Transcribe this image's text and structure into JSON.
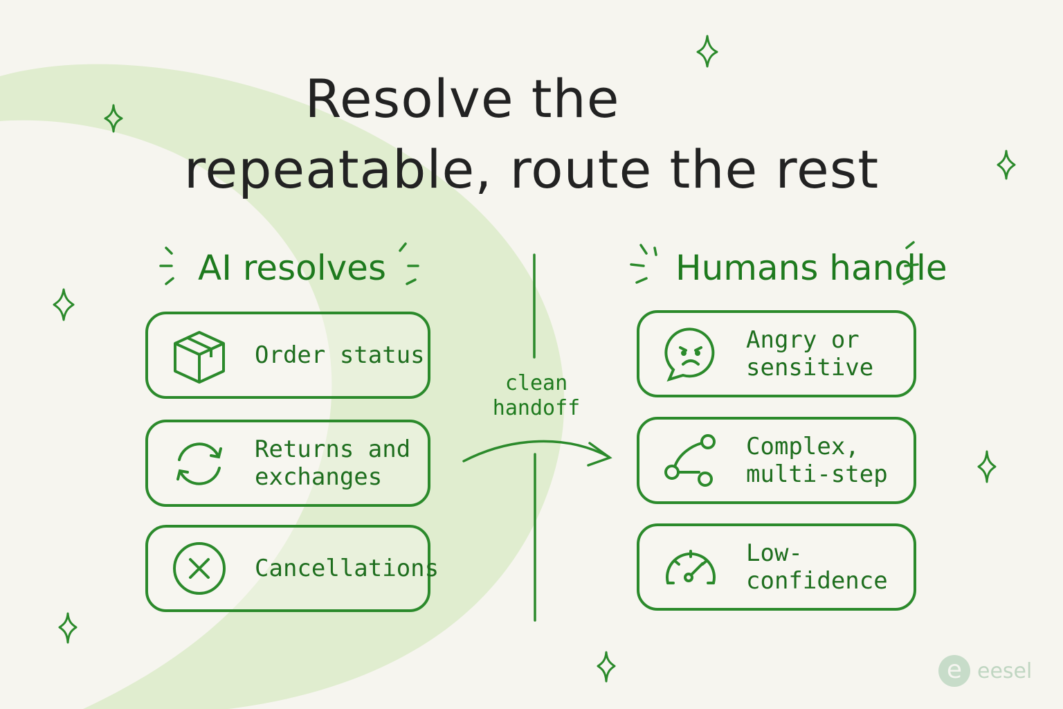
{
  "title": {
    "line1": "Resolve the",
    "line2": "repeatable, route the rest"
  },
  "left_column": {
    "heading": "AI resolves",
    "items": [
      {
        "lines": [
          "Order status"
        ],
        "icon": "box-icon"
      },
      {
        "lines": [
          "Returns and",
          "exchanges"
        ],
        "icon": "cycle-arrows-icon"
      },
      {
        "lines": [
          "Cancellations"
        ],
        "icon": "x-circle-icon"
      }
    ]
  },
  "right_column": {
    "heading": "Humans handle",
    "items": [
      {
        "lines": [
          "Angry or",
          "sensitive"
        ],
        "icon": "angry-speech-bubble-icon"
      },
      {
        "lines": [
          "Complex,",
          "multi-step"
        ],
        "icon": "branch-nodes-icon"
      },
      {
        "lines": [
          "Low-",
          "confidence"
        ],
        "icon": "gauge-icon"
      }
    ]
  },
  "handoff": {
    "line1": "clean",
    "line2": "handoff"
  },
  "logo": {
    "mark": "e",
    "word": "eesel"
  },
  "colors": {
    "accent": "#2b8a2b",
    "text_green": "#1e6e1e",
    "swoosh": "#dcebc9",
    "background": "#f6f5ef"
  }
}
